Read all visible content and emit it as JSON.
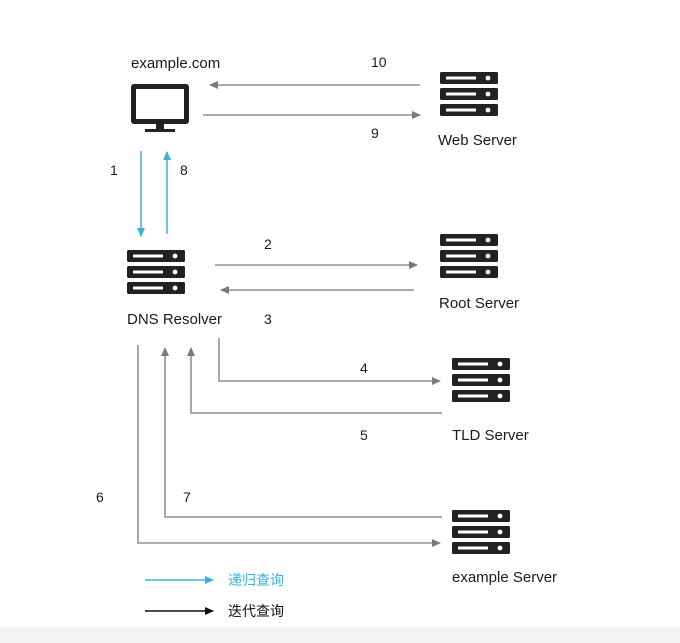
{
  "nodes": {
    "client": "example.com",
    "web_server": "Web Server",
    "dns_resolver": "DNS Resolver",
    "root_server": "Root Server",
    "tld_server": "TLD Server",
    "example_server": "example Server"
  },
  "steps": {
    "s1": "1",
    "s2": "2",
    "s3": "3",
    "s4": "4",
    "s5": "5",
    "s6": "6",
    "s7": "7",
    "s8": "8",
    "s9": "9",
    "s10": "10"
  },
  "legend": {
    "recursive": "递归查询",
    "iterative": "迭代查询"
  },
  "colors": {
    "recursive": "#3cb2d9",
    "iterative": "#111111",
    "arrow_gray": "#7a7a7a",
    "server_dark": "#222222"
  }
}
